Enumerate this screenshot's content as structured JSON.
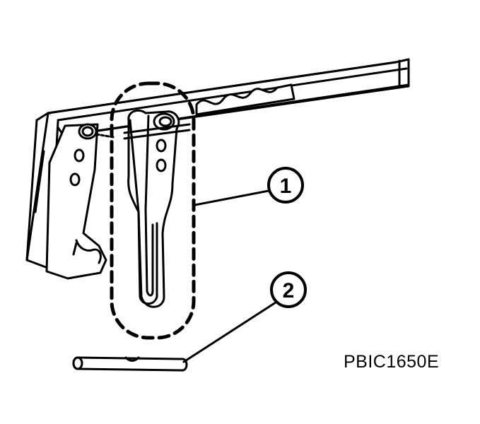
{
  "figure": {
    "code": "PBIC1650E",
    "callouts": [
      {
        "number": "1"
      },
      {
        "number": "2"
      }
    ]
  },
  "colors": {
    "ink": "#000000",
    "paper": "#ffffff"
  }
}
